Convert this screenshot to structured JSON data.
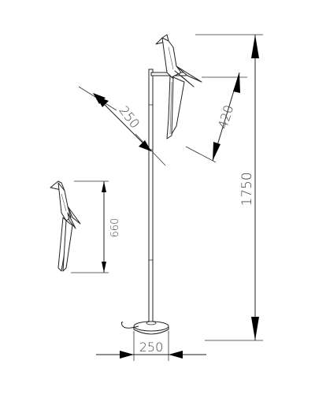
{
  "dimensions": {
    "total_height": "1750",
    "base_width": "250",
    "arm_length": "250",
    "upper_bird_height": "420",
    "detail_bird_height": "660"
  }
}
